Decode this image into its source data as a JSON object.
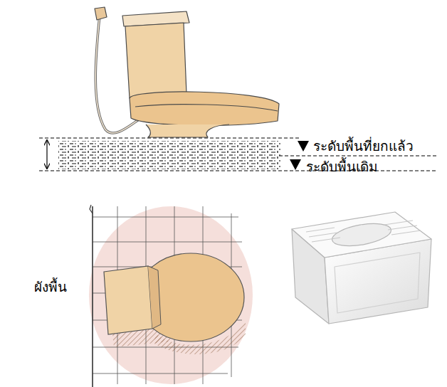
{
  "diagram": {
    "labels": [
      "ระดับพื้นที่ยกแล้ว",
      "ระดับพื้นเดิม",
      "ผังพื้น"
    ]
  }
}
